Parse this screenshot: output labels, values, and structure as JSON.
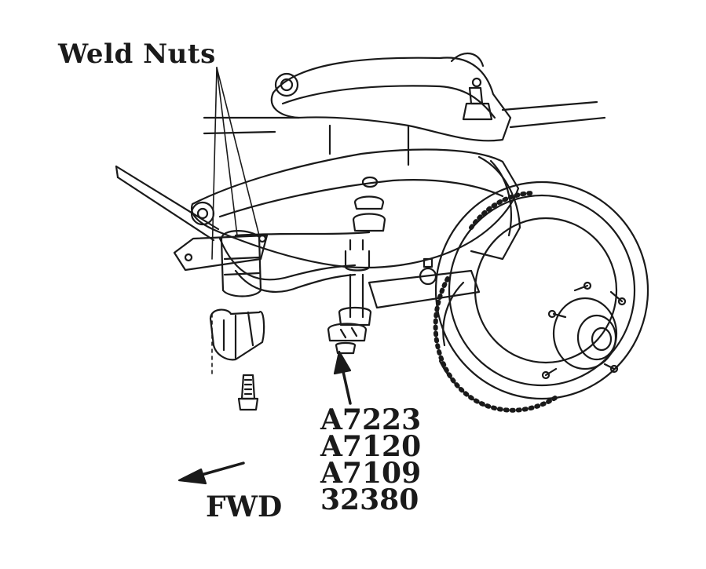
{
  "labels": {
    "weld_nuts": "Weld Nuts",
    "fwd": "FWD"
  },
  "part_numbers": [
    "A7223",
    "A7120",
    "A7109",
    "32380"
  ],
  "colors": {
    "ink": "#1a1a1a",
    "background": "#ffffff"
  }
}
